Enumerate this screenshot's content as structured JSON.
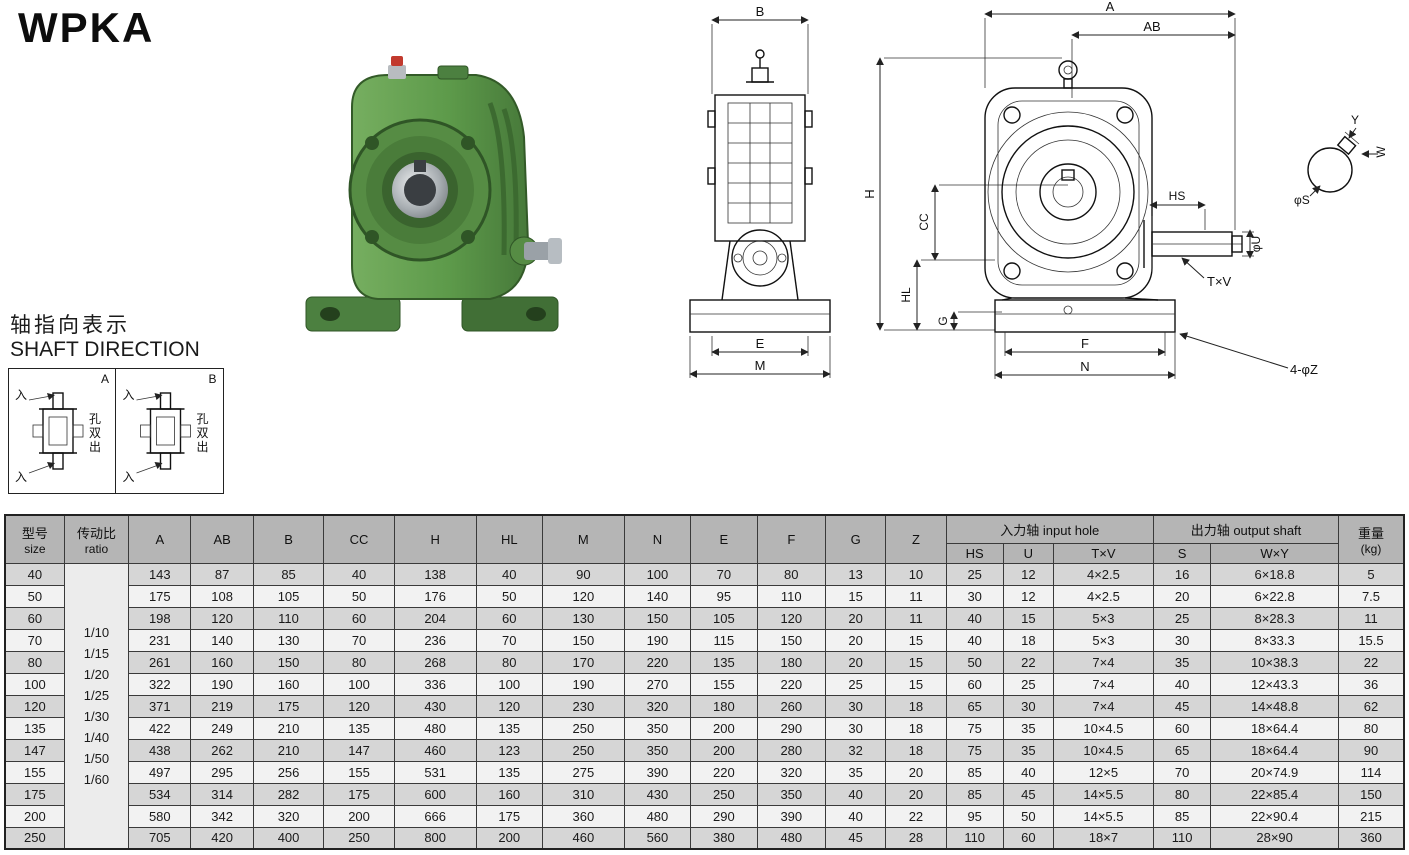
{
  "page": {
    "title": "WPKA"
  },
  "colors": {
    "gearbox_green": "#5e9b4c",
    "table_header_bg": "#b5b5b5",
    "row_dark": "#d6d6d6",
    "row_light": "#f2f2f2"
  },
  "shaft_direction": {
    "label_cn": "轴指向表示",
    "label_en": "SHAFT DIRECTION",
    "panels": [
      {
        "letter": "A",
        "in_top": "入",
        "in_bottom": "入",
        "hole_chars": [
          "孔",
          "双",
          "出"
        ]
      },
      {
        "letter": "B",
        "in_top": "入",
        "in_bottom": "入",
        "hole_chars": [
          "孔",
          "双",
          "出"
        ]
      }
    ]
  },
  "drawings": {
    "side_view": {
      "dim_b": "B",
      "dim_e": "E",
      "dim_m": "M"
    },
    "front_view": {
      "dim_a": "A",
      "dim_ab": "AB",
      "dim_h": "H",
      "dim_cc": "CC",
      "dim_hl": "HL",
      "dim_g": "G",
      "dim_hs": "HS",
      "dim_phi_u": "φU",
      "dim_txv": "T×V",
      "dim_f": "F",
      "dim_n": "N",
      "dim_z": "4-φZ"
    },
    "shaft_detail": {
      "dim_y": "Y",
      "dim_w": "W",
      "dim_phi_s": "φS"
    }
  },
  "table": {
    "headers": {
      "size_cn": "型号",
      "size_en": "size",
      "ratio_cn": "传动比",
      "ratio_en": "ratio",
      "dims": [
        "A",
        "AB",
        "B",
        "CC",
        "H",
        "HL",
        "M",
        "N",
        "E",
        "F",
        "G",
        "Z"
      ],
      "input_hole": "入力轴 input hole",
      "input_cols": [
        "HS",
        "U",
        "T×V"
      ],
      "output_shaft": "出力轴 output shaft",
      "output_cols": [
        "S",
        "W×Y"
      ],
      "weight_cn": "重量",
      "weight_unit": "(kg)"
    },
    "ratios": [
      "1/10",
      "1/15",
      "1/20",
      "1/25",
      "1/30",
      "1/40",
      "1/50",
      "1/60"
    ],
    "rows": [
      {
        "size": "40",
        "values": [
          "143",
          "87",
          "85",
          "40",
          "138",
          "40",
          "90",
          "100",
          "70",
          "80",
          "13",
          "10",
          "25",
          "12",
          "4×2.5",
          "16",
          "6×18.8",
          "5"
        ]
      },
      {
        "size": "50",
        "values": [
          "175",
          "108",
          "105",
          "50",
          "176",
          "50",
          "120",
          "140",
          "95",
          "110",
          "15",
          "11",
          "30",
          "12",
          "4×2.5",
          "20",
          "6×22.8",
          "7.5"
        ]
      },
      {
        "size": "60",
        "values": [
          "198",
          "120",
          "110",
          "60",
          "204",
          "60",
          "130",
          "150",
          "105",
          "120",
          "20",
          "11",
          "40",
          "15",
          "5×3",
          "25",
          "8×28.3",
          "11"
        ]
      },
      {
        "size": "70",
        "values": [
          "231",
          "140",
          "130",
          "70",
          "236",
          "70",
          "150",
          "190",
          "115",
          "150",
          "20",
          "15",
          "40",
          "18",
          "5×3",
          "30",
          "8×33.3",
          "15.5"
        ]
      },
      {
        "size": "80",
        "values": [
          "261",
          "160",
          "150",
          "80",
          "268",
          "80",
          "170",
          "220",
          "135",
          "180",
          "20",
          "15",
          "50",
          "22",
          "7×4",
          "35",
          "10×38.3",
          "22"
        ]
      },
      {
        "size": "100",
        "values": [
          "322",
          "190",
          "160",
          "100",
          "336",
          "100",
          "190",
          "270",
          "155",
          "220",
          "25",
          "15",
          "60",
          "25",
          "7×4",
          "40",
          "12×43.3",
          "36"
        ]
      },
      {
        "size": "120",
        "values": [
          "371",
          "219",
          "175",
          "120",
          "430",
          "120",
          "230",
          "320",
          "180",
          "260",
          "30",
          "18",
          "65",
          "30",
          "7×4",
          "45",
          "14×48.8",
          "62"
        ]
      },
      {
        "size": "135",
        "values": [
          "422",
          "249",
          "210",
          "135",
          "480",
          "135",
          "250",
          "350",
          "200",
          "290",
          "30",
          "18",
          "75",
          "35",
          "10×4.5",
          "60",
          "18×64.4",
          "80"
        ]
      },
      {
        "size": "147",
        "values": [
          "438",
          "262",
          "210",
          "147",
          "460",
          "123",
          "250",
          "350",
          "200",
          "280",
          "32",
          "18",
          "75",
          "35",
          "10×4.5",
          "65",
          "18×64.4",
          "90"
        ]
      },
      {
        "size": "155",
        "values": [
          "497",
          "295",
          "256",
          "155",
          "531",
          "135",
          "275",
          "390",
          "220",
          "320",
          "35",
          "20",
          "85",
          "40",
          "12×5",
          "70",
          "20×74.9",
          "114"
        ]
      },
      {
        "size": "175",
        "values": [
          "534",
          "314",
          "282",
          "175",
          "600",
          "160",
          "310",
          "430",
          "250",
          "350",
          "40",
          "20",
          "85",
          "45",
          "14×5.5",
          "80",
          "22×85.4",
          "150"
        ]
      },
      {
        "size": "200",
        "values": [
          "580",
          "342",
          "320",
          "200",
          "666",
          "175",
          "360",
          "480",
          "290",
          "390",
          "40",
          "22",
          "95",
          "50",
          "14×5.5",
          "85",
          "22×90.4",
          "215"
        ]
      },
      {
        "size": "250",
        "values": [
          "705",
          "420",
          "400",
          "250",
          "800",
          "200",
          "460",
          "560",
          "380",
          "480",
          "45",
          "28",
          "110",
          "60",
          "18×7",
          "110",
          "28×90",
          "360"
        ]
      }
    ]
  }
}
